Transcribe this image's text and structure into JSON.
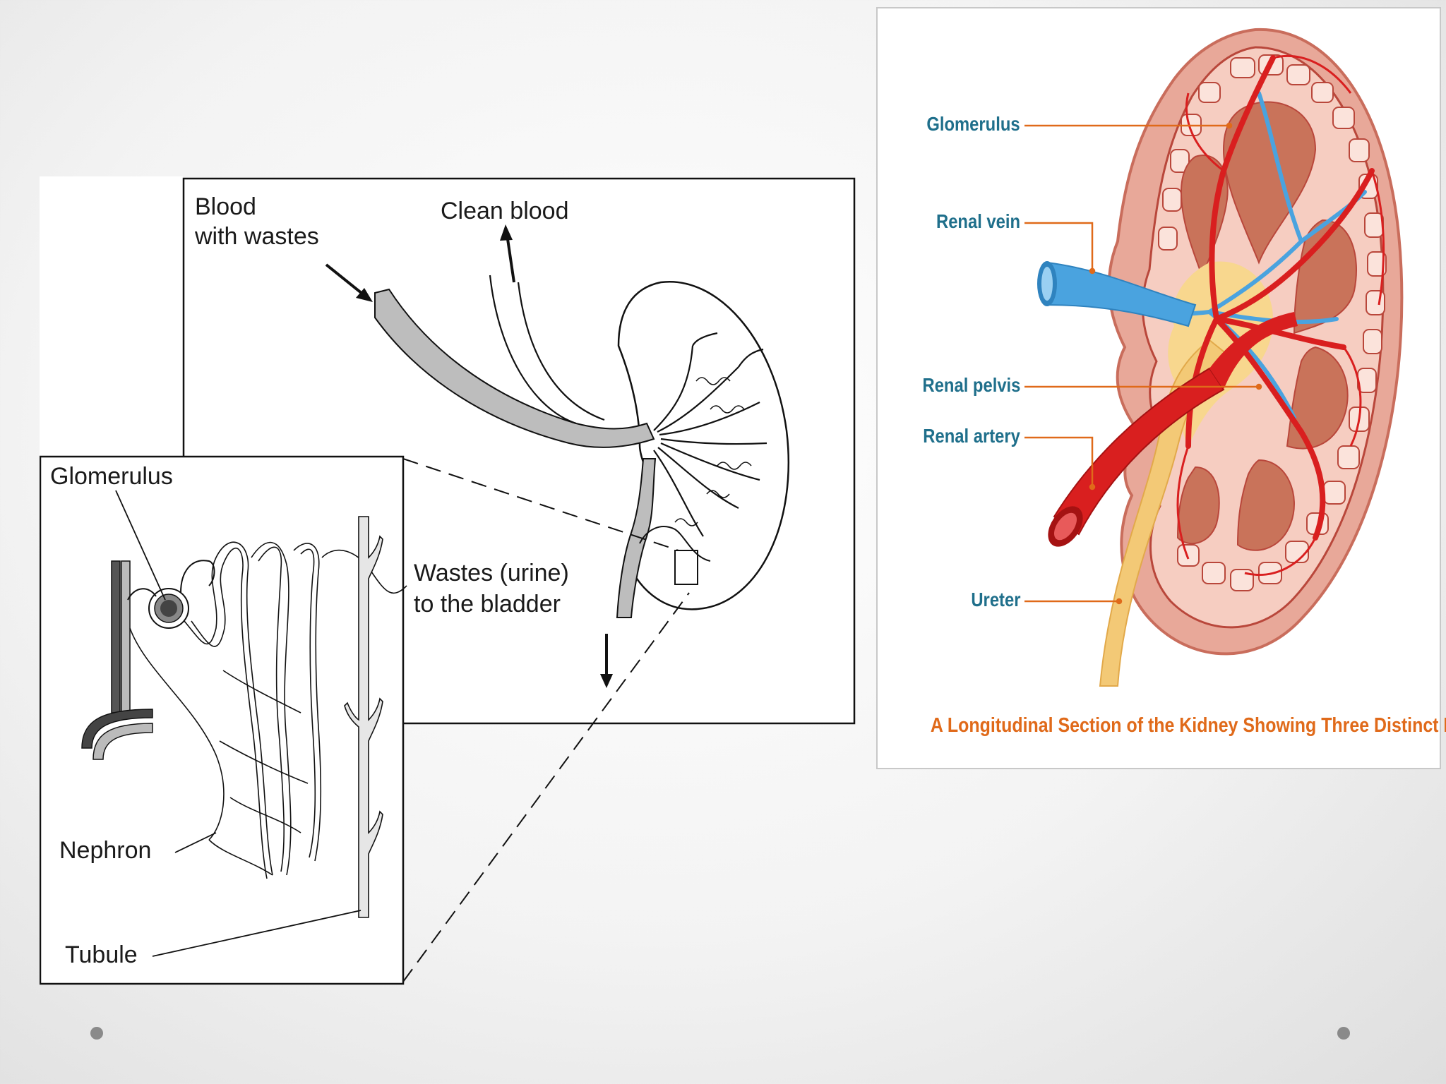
{
  "left_diagram": {
    "blood_with_wastes": "Blood\nwith wastes",
    "clean_blood": "Clean blood",
    "wastes_urine": "Wastes (urine)\nto the bladder",
    "glomerulus": "Glomerulus",
    "nephron": "Nephron",
    "tubule": "Tubule"
  },
  "right_diagram": {
    "glomerulus": "Glomerulus",
    "renal_vein": "Renal vein",
    "renal_pelvis": "Renal pelvis",
    "renal_artery": "Renal artery",
    "ureter": "Ureter",
    "caption": "A Longitudinal Section of the Kidney Showing Three Distinct Regions"
  },
  "colors": {
    "label_blue": "#1f6f8b",
    "caption_orange": "#e06a1a",
    "artery_red": "#d91f1f",
    "vein_blue": "#4aa3df",
    "ureter_yellow": "#f3c976",
    "tissue_pink": "#f2b8a8"
  }
}
